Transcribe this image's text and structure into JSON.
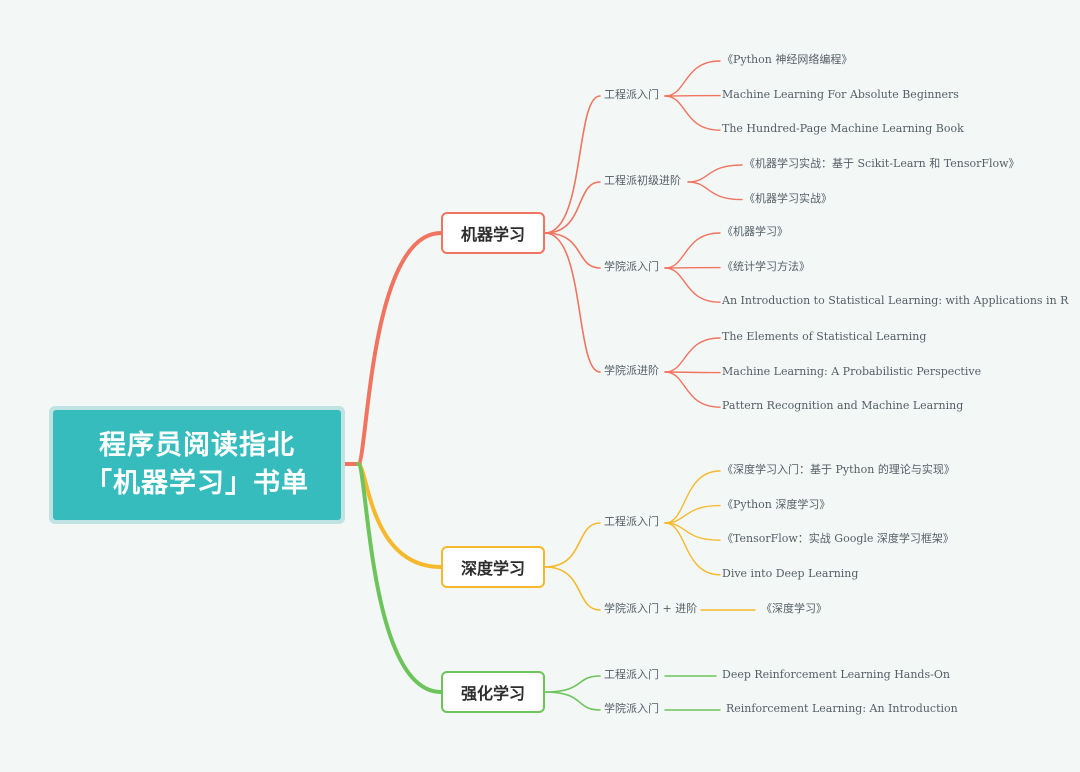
{
  "root": {
    "line1": "程序员阅读指北",
    "line2": "「机器学习」书单",
    "color": "#36bcbd"
  },
  "categories": [
    {
      "label": "机器学习",
      "color": "#f07460",
      "subs": [
        {
          "label": "工程派入门",
          "books": [
            "《Python 神经网络编程》",
            "Machine Learning For Absolute Beginners",
            "The Hundred-Page Machine Learning Book"
          ]
        },
        {
          "label": "工程派初级进阶",
          "books": [
            "《机器学习实战：基于 Scikit-Learn 和 TensorFlow》",
            "《机器学习实战》"
          ]
        },
        {
          "label": "学院派入门",
          "books": [
            "《机器学习》",
            "《统计学习方法》",
            "An Introduction to Statistical Learning: with Applications in R"
          ]
        },
        {
          "label": "学院派进阶",
          "books": [
            "The Elements of Statistical Learning",
            "Machine Learning: A Probabilistic Perspective",
            "Pattern Recognition and Machine Learning"
          ]
        }
      ]
    },
    {
      "label": "深度学习",
      "color": "#f6b92e",
      "subs": [
        {
          "label": "工程派入门",
          "books": [
            "《深度学习入门：基于 Python 的理论与实现》",
            "《Python 深度学习》",
            "《TensorFlow：实战 Google 深度学习框架》",
            "Dive into Deep Learning"
          ]
        },
        {
          "label": "学院派入门 + 进阶",
          "books": [
            "《深度学习》"
          ]
        }
      ]
    },
    {
      "label": "强化学习",
      "color": "#6cc45a",
      "subs": [
        {
          "label": "工程派入门",
          "books": [
            "Deep Reinforcement Learning Hands-On"
          ]
        },
        {
          "label": "学院派入门",
          "books": [
            "Reinforcement Learning: An Introduction"
          ]
        }
      ]
    }
  ]
}
